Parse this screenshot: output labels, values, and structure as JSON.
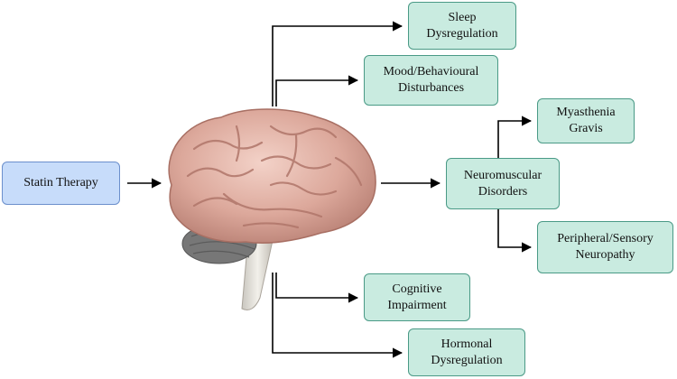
{
  "nodes": {
    "statin": "Statin Therapy",
    "sleep": "Sleep\nDysregulation",
    "mood": "Mood/Behavioural\nDisturbances",
    "myasthenia": "Myasthenia\nGravis",
    "neuromuscular": "Neuromuscular\nDisorders",
    "peripheral": "Peripheral/Sensory\nNeuropathy",
    "cognitive": "Cognitive\nImpairment",
    "hormonal": "Hormonal\nDysregulation"
  },
  "icons": {
    "center": "brain-icon"
  },
  "colors": {
    "input_box": "#c7dcfa",
    "effect_box": "#c9ebe0",
    "box_border": "#4a9a86",
    "arrow": "#000000"
  }
}
